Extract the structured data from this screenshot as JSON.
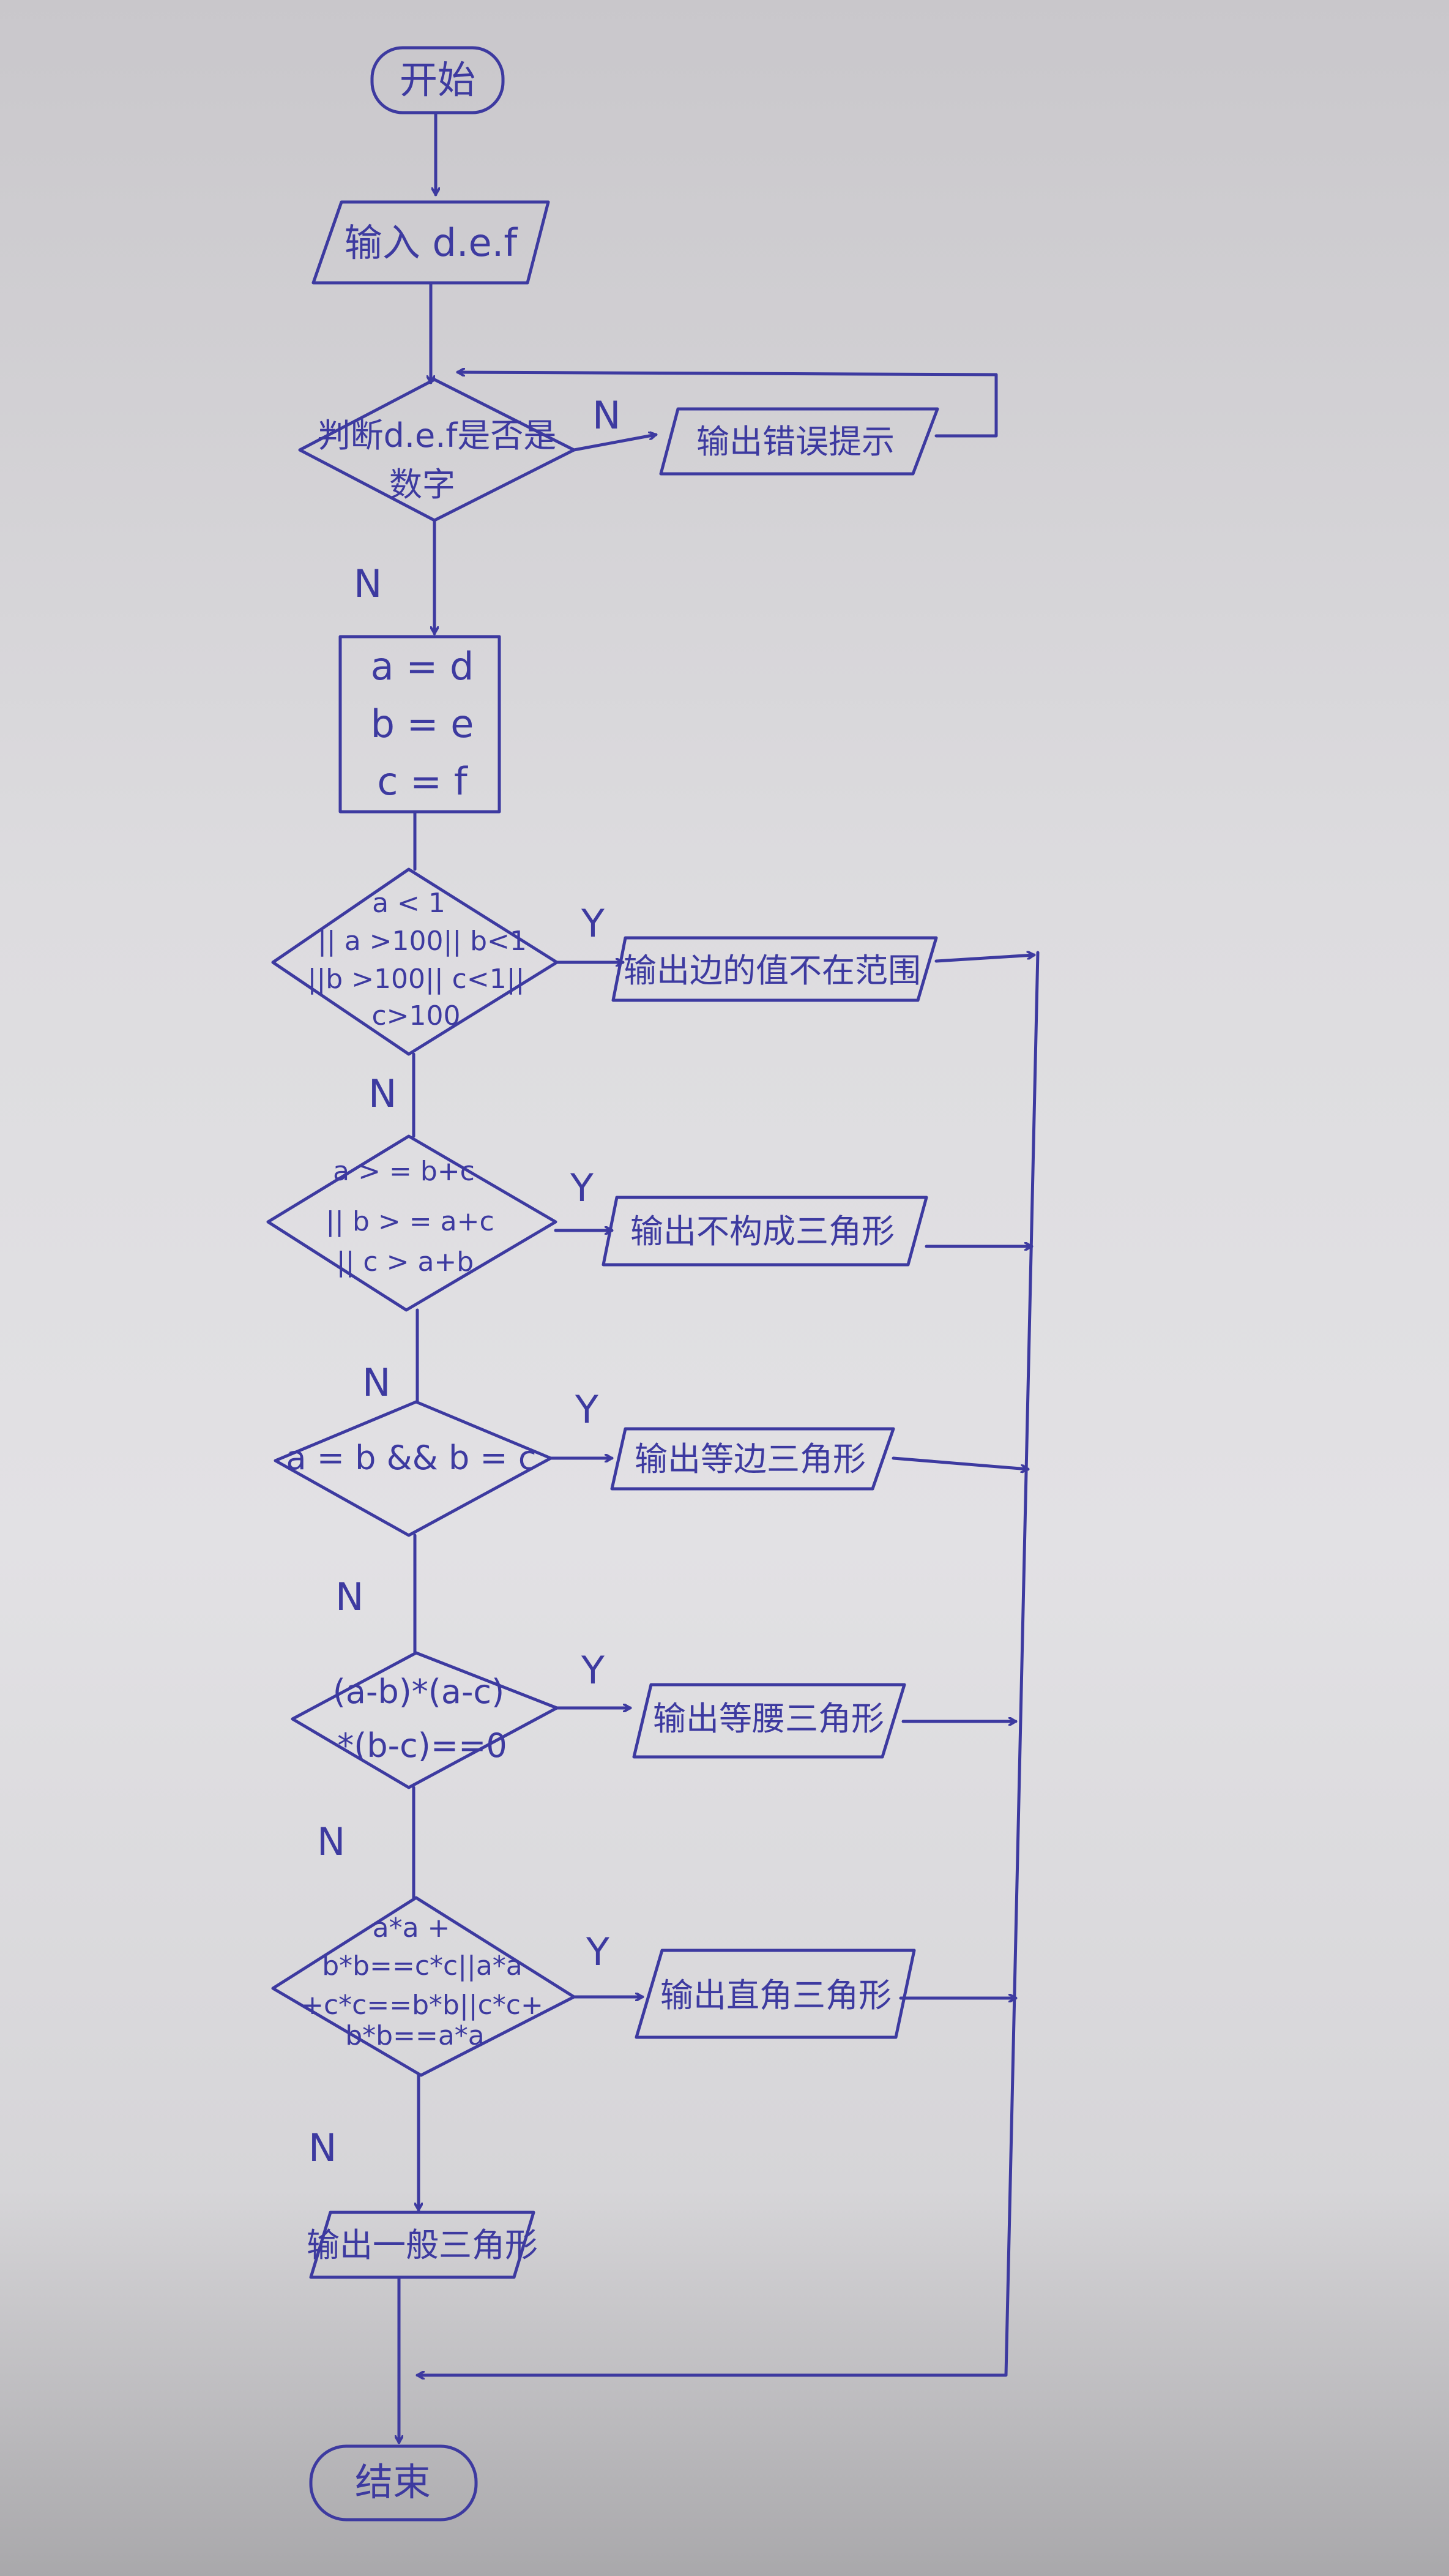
{
  "nodes": {
    "start": "开始",
    "input": "输入 d.e.f",
    "check_number": [
      "判断d.e.f是否是",
      "数字"
    ],
    "error_prompt": "输出错误提示",
    "assign": [
      "a = d",
      "b = e",
      "c = f"
    ],
    "range_check": [
      "a < 1",
      "|| a >100|| b<1",
      "||b >100|| c<1||",
      "c>100"
    ],
    "range_output": "输出边的值不在范围",
    "not_triangle_check": [
      "a > = b+c",
      "|| b > = a+c",
      "|| c > a+b"
    ],
    "not_triangle_output": "输出不构成三角形",
    "equilateral_check": "a = b && b = c",
    "equilateral_output": "输出等边三角形",
    "isosceles_check": [
      "(a-b)*(a-c)",
      "*(b-c)==0"
    ],
    "isosceles_output": "输出等腰三角形",
    "right_check": [
      "a*a +",
      "b*b==c*c||a*a",
      "+c*c==b*b||c*c+",
      "b*b==a*a"
    ],
    "right_output": "输出直角三角形",
    "general_output": "输出一般三角形",
    "end": "结束"
  },
  "edge_labels": {
    "check_no": "N",
    "check_yes": "N",
    "range_yes": "Y",
    "range_no": "N",
    "not_triangle_yes": "Y",
    "not_triangle_no": "N",
    "equilateral_yes": "Y",
    "equilateral_no": "N",
    "isosceles_yes": "Y",
    "isosceles_no": "N",
    "right_yes": "Y",
    "right_no": "N"
  },
  "colors": {
    "ink": "#3d3aa0",
    "paper": "#dddcdf"
  }
}
